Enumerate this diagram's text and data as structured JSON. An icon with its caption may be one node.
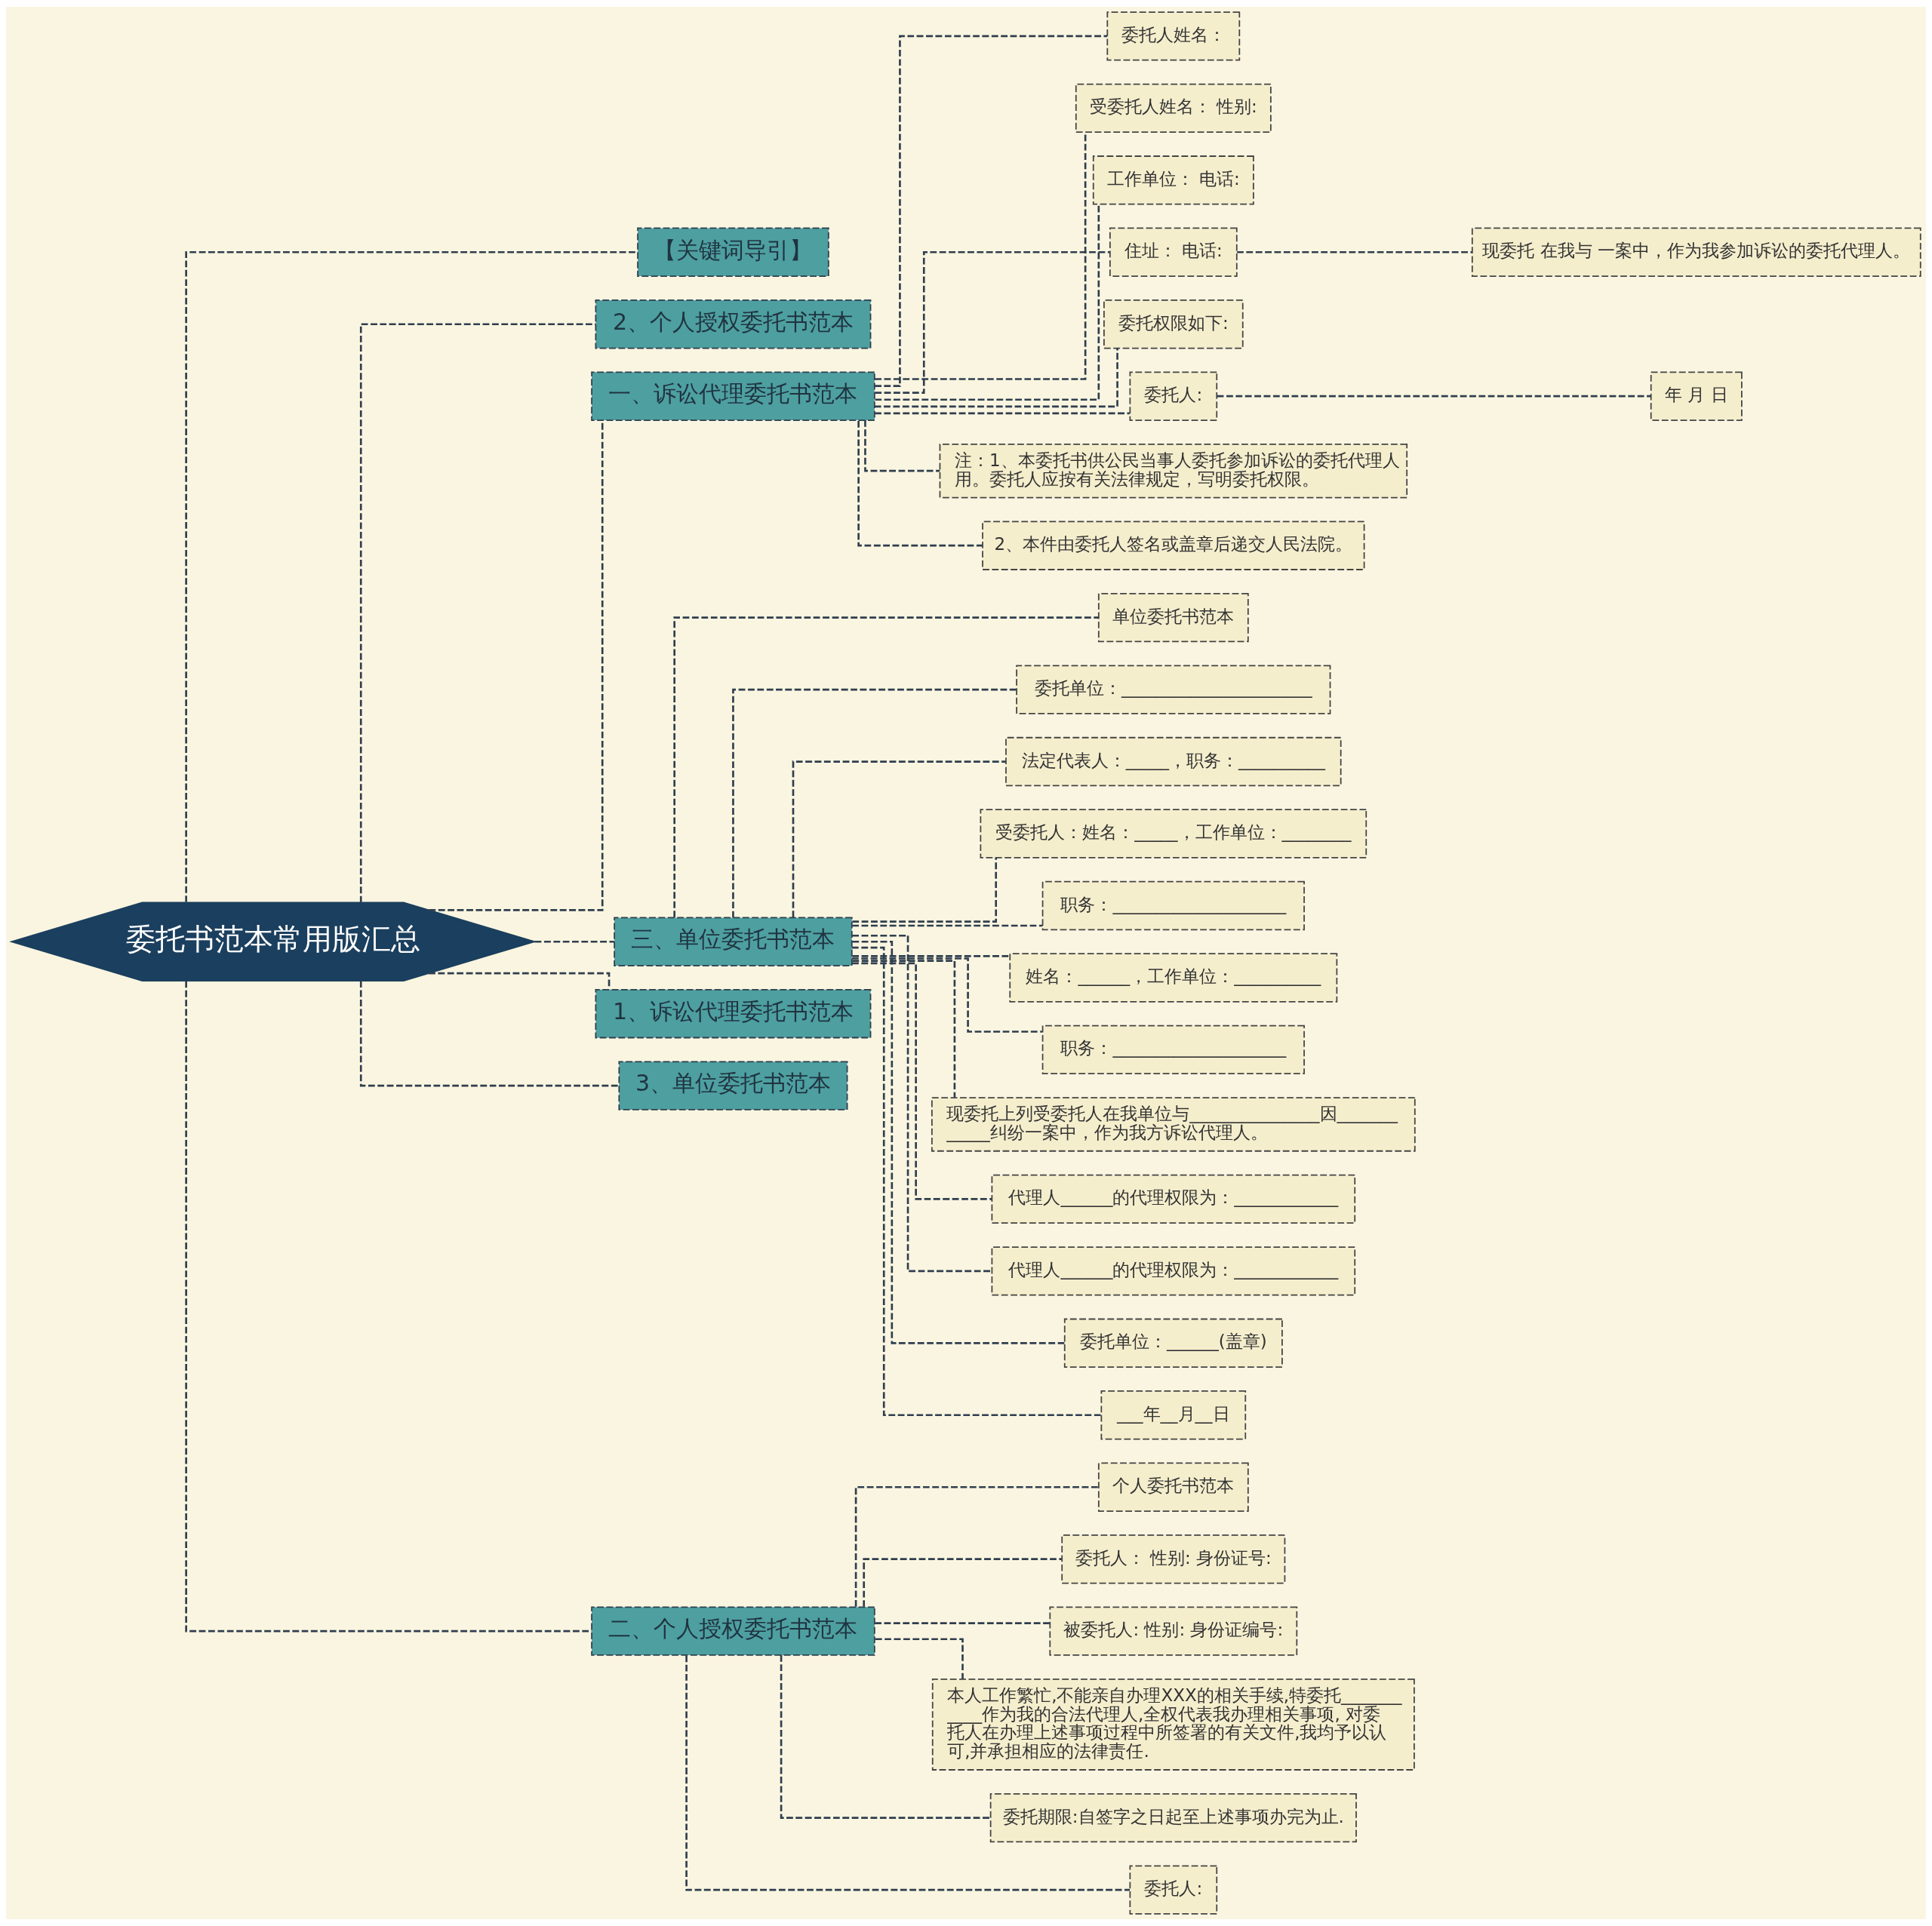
{
  "diagram": {
    "nodes": [
      {
        "text": [
          "委托书范本常用版汇总"
        ]
      },
      {
        "text": [
          "【关键词导引】"
        ]
      },
      {
        "text": [
          "2、个人授权委托书范本"
        ]
      },
      {
        "text": [
          "一、诉讼代理委托书范本"
        ]
      },
      {
        "text": [
          "委托人姓名："
        ]
      },
      {
        "text": [
          "受委托人姓名： 性别:"
        ]
      },
      {
        "text": [
          "工作单位： 电话:"
        ]
      },
      {
        "text": [
          "住址： 电话:"
        ]
      },
      {
        "text": [
          "现委托 在我与 一案中，作为我参加诉讼的委托代理人。"
        ]
      },
      {
        "text": [
          "委托权限如下:"
        ]
      },
      {
        "text": [
          "委托人:"
        ]
      },
      {
        "text": [
          "年 月 日"
        ]
      },
      {
        "text": [
          "注：1、本委托书供公民当事人委托参加诉讼的委托代理人用。委托人应按有关法律规定，写明委托权限。"
        ]
      },
      {
        "text": [
          "2、本件由委托人签名或盖章后递交人民法院。"
        ]
      },
      {
        "text": [
          "三、单位委托书范本"
        ]
      },
      {
        "text": [
          "单位委托书范本"
        ]
      },
      {
        "text": [
          "委托单位：______________________"
        ]
      },
      {
        "text": [
          "法定代表人：_____，职务：__________"
        ]
      },
      {
        "text": [
          "受委托人：姓名：_____，工作单位：________"
        ]
      },
      {
        "text": [
          "职务：____________________"
        ]
      },
      {
        "text": [
          "姓名：______，工作单位：__________"
        ]
      },
      {
        "text": [
          "职务：____________________"
        ]
      },
      {
        "text": [
          "现委托上列受委托人在我单位与_______________因____________纠纷一案中，作为我方诉讼代理人。"
        ]
      },
      {
        "text": [
          "代理人______的代理权限为：____________"
        ]
      },
      {
        "text": [
          "代理人______的代理权限为：____________"
        ]
      },
      {
        "text": [
          "委托单位：______(盖章)"
        ]
      },
      {
        "text": [
          "___年__月__日"
        ]
      },
      {
        "text": [
          "1、诉讼代理委托书范本"
        ]
      },
      {
        "text": [
          "3、单位委托书范本"
        ]
      },
      {
        "text": [
          "二、个人授权委托书范本"
        ]
      },
      {
        "text": [
          "个人委托书范本"
        ]
      },
      {
        "text": [
          "委托人： 性别: 身份证号:"
        ]
      },
      {
        "text": [
          "被委托人: 性别: 身份证编号:"
        ]
      },
      {
        "text": [
          "本人工作繁忙,不能亲自办理XXX的相关手续,特委托___________作为我的合法代理人,全权代表我办理相关事项, 对委托人在办理上述事项过程中所签署的有关文件,我均予以认可,并承担相应的法律责任."
        ]
      },
      {
        "text": [
          "委托期限:自签字之日起至上述事项办完为止."
        ]
      },
      {
        "text": [
          "委托人:"
        ]
      }
    ],
    "edges": [
      {
        "from": 0,
        "to": 1,
        "arrow": "none",
        "style": "dashed"
      },
      {
        "from": 0,
        "to": 2,
        "arrow": "none",
        "style": "dashed"
      },
      {
        "from": 0,
        "to": 3,
        "arrow": "none",
        "style": "dashed"
      },
      {
        "from": 3,
        "to": 4,
        "arrow": "none",
        "style": "dashed"
      },
      {
        "from": 3,
        "to": 5,
        "arrow": "none",
        "style": "dashed"
      },
      {
        "from": 3,
        "to": 6,
        "arrow": "none",
        "style": "dashed"
      },
      {
        "from": 3,
        "to": 7,
        "arrow": "none",
        "style": "dashed"
      },
      {
        "from": 7,
        "to": 8,
        "arrow": "none",
        "style": "dashed"
      },
      {
        "from": 3,
        "to": 9,
        "arrow": "none",
        "style": "dashed"
      },
      {
        "from": 3,
        "to": 10,
        "arrow": "none",
        "style": "dashed"
      },
      {
        "from": 10,
        "to": 11,
        "arrow": "none",
        "style": "dashed"
      },
      {
        "from": 3,
        "to": 12,
        "arrow": "none",
        "style": "dashed"
      },
      {
        "from": 3,
        "to": 13,
        "arrow": "none",
        "style": "dashed"
      },
      {
        "from": 0,
        "to": 14,
        "arrow": "none",
        "style": "dashed"
      },
      {
        "from": 14,
        "to": 15,
        "arrow": "none",
        "style": "dashed"
      },
      {
        "from": 14,
        "to": 16,
        "arrow": "none",
        "style": "dashed"
      },
      {
        "from": 14,
        "to": 17,
        "arrow": "none",
        "style": "dashed"
      },
      {
        "from": 14,
        "to": 18,
        "arrow": "none",
        "style": "dashed"
      },
      {
        "from": 14,
        "to": 19,
        "arrow": "none",
        "style": "dashed"
      },
      {
        "from": 14,
        "to": 20,
        "arrow": "none",
        "style": "dashed"
      },
      {
        "from": 14,
        "to": 21,
        "arrow": "none",
        "style": "dashed"
      },
      {
        "from": 14,
        "to": 22,
        "arrow": "none",
        "style": "dashed"
      },
      {
        "from": 14,
        "to": 23,
        "arrow": "none",
        "style": "dashed"
      },
      {
        "from": 14,
        "to": 24,
        "arrow": "none",
        "style": "dashed"
      },
      {
        "from": 14,
        "to": 25,
        "arrow": "none",
        "style": "dashed"
      },
      {
        "from": 14,
        "to": 26,
        "arrow": "none",
        "style": "dashed"
      },
      {
        "from": 0,
        "to": 27,
        "arrow": "none",
        "style": "dashed"
      },
      {
        "from": 0,
        "to": 28,
        "arrow": "none",
        "style": "dashed"
      },
      {
        "from": 0,
        "to": 29,
        "arrow": "none",
        "style": "dashed"
      },
      {
        "from": 29,
        "to": 30,
        "arrow": "none",
        "style": "dashed"
      },
      {
        "from": 29,
        "to": 31,
        "arrow": "none",
        "style": "dashed"
      },
      {
        "from": 29,
        "to": 32,
        "arrow": "none",
        "style": "dashed"
      },
      {
        "from": 29,
        "to": 33,
        "arrow": "none",
        "style": "dashed"
      },
      {
        "from": 29,
        "to": 34,
        "arrow": "none",
        "style": "dashed"
      },
      {
        "from": 29,
        "to": 35,
        "arrow": "none",
        "style": "dashed"
      }
    ]
  }
}
